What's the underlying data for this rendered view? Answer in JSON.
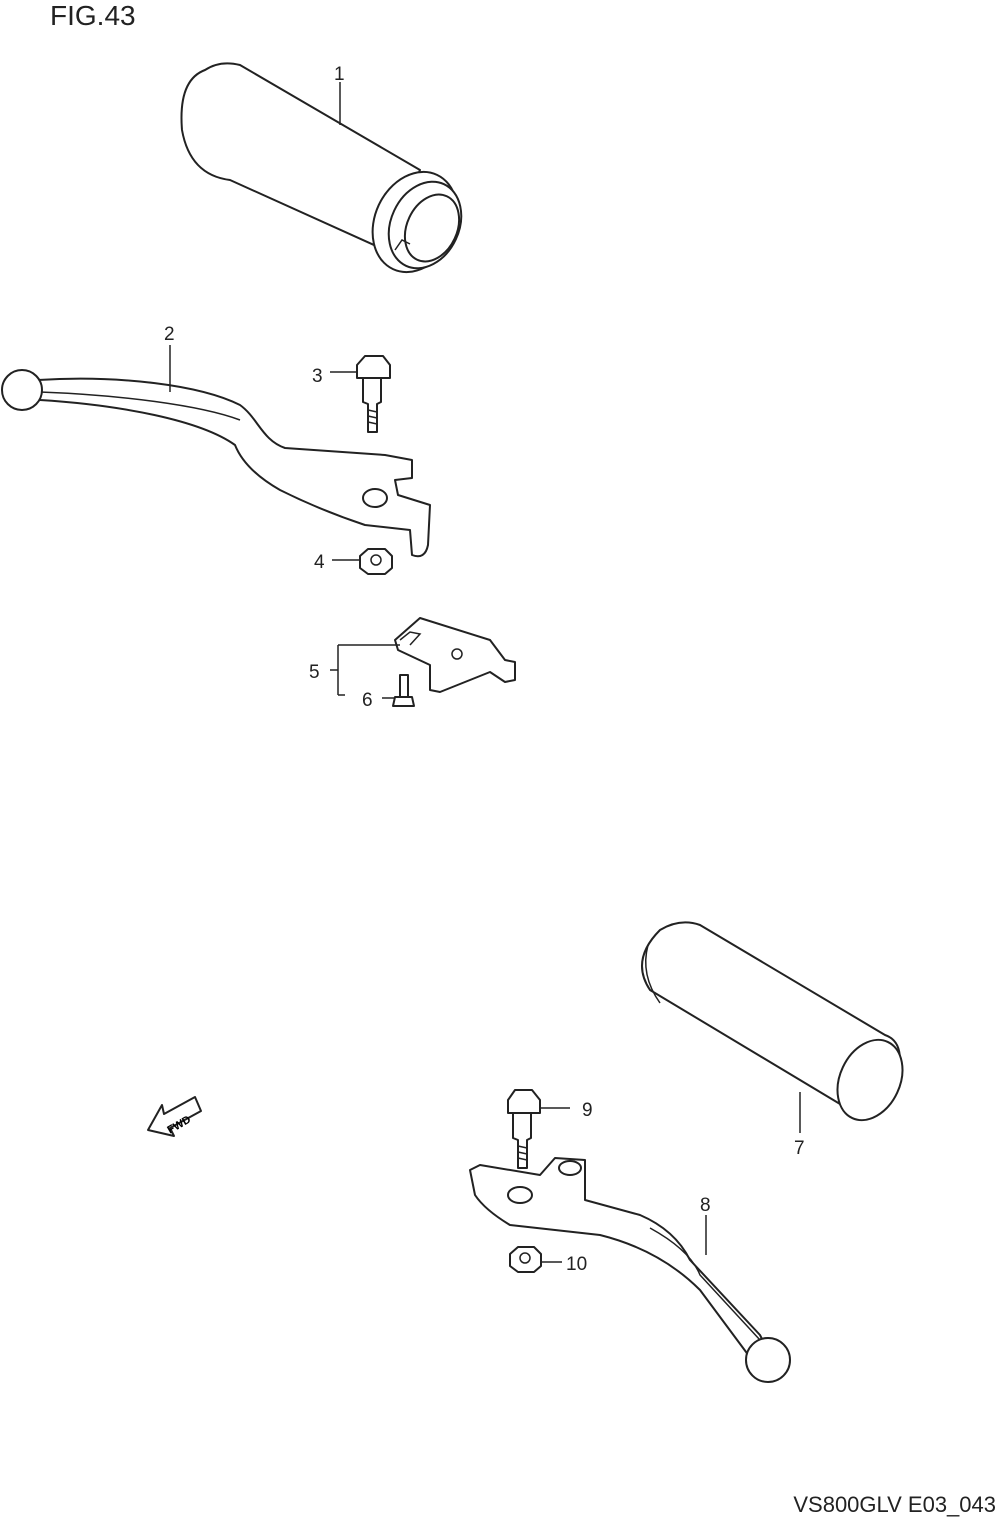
{
  "figure": {
    "title": "FIG.43",
    "code": "VS800GLV E03_043"
  },
  "fwd_label": "FWD",
  "callouts": [
    "1",
    "2",
    "3",
    "4",
    "5",
    "6",
    "7",
    "8",
    "9",
    "10"
  ]
}
